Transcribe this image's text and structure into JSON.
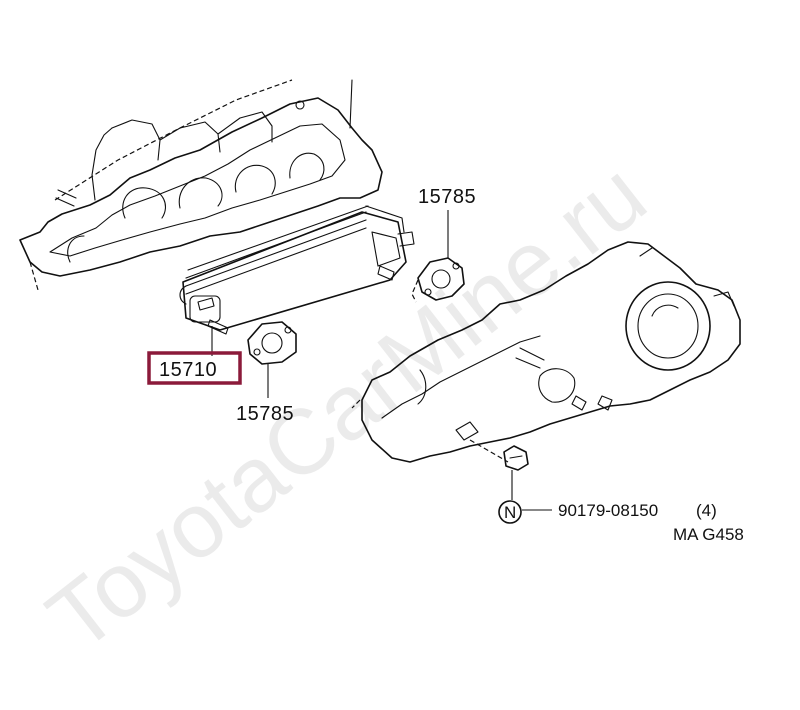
{
  "watermark": "ToyotaCarMine.ru",
  "parts": {
    "oil_cooler": {
      "number": "15710",
      "highlight_color": "#8b1a3a"
    },
    "gasket_upper": {
      "number": "15785"
    },
    "gasket_lower": {
      "number": "15785"
    },
    "bolt": {
      "marker": "N",
      "number": "90179-08150",
      "qty": "(4)"
    }
  },
  "figure_code": "MA G458"
}
